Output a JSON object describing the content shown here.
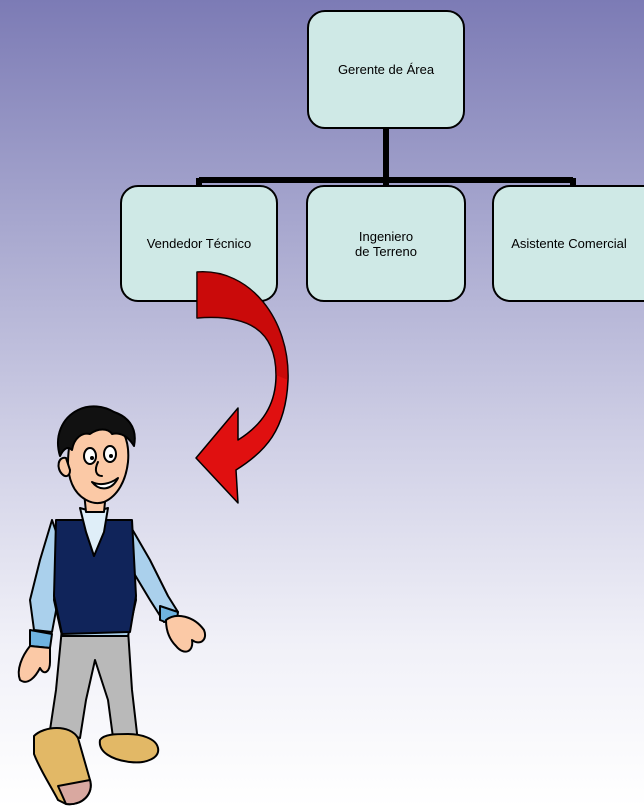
{
  "org_chart": {
    "root": {
      "label": "Gerente de Área"
    },
    "children": [
      {
        "label": "Vendedor Técnico"
      },
      {
        "label": "Ingeniero\nde Terreno"
      },
      {
        "label": "Asistente Comercial"
      }
    ]
  },
  "illustration": {
    "arrow_icon": "curved-arrow-icon",
    "figure": "walking-man-illustration",
    "arrow_color": "#e01010",
    "node_fill": "#cfe9e6"
  }
}
